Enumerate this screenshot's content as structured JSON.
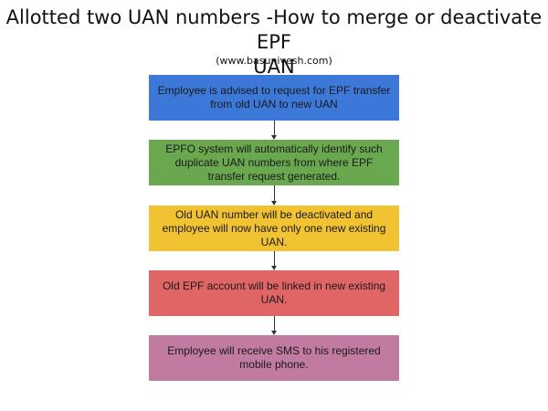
{
  "header": {
    "title_line1": "Allotted two UAN numbers -How to merge or deactivate EPF",
    "title_line2": "UAN",
    "subtitle": "(www.basunivesh.com)"
  },
  "steps": [
    {
      "text": "Employee is advised to request for EPF transfer from old UAN to new UAN",
      "color": "#3c78d8"
    },
    {
      "text": "EPFO system will automatically identify such duplicate UAN numbers from where EPF transfer request generated.",
      "color": "#6aa84f"
    },
    {
      "text": "Old UAN number will be deactivated and employee will now have only one new existing UAN.",
      "color": "#f1c232"
    },
    {
      "text": "Old EPF account will be linked in new existing UAN.",
      "color": "#e06666"
    },
    {
      "text": "Employee will receive SMS to his registered mobile phone.",
      "color": "#c27ba0"
    }
  ]
}
